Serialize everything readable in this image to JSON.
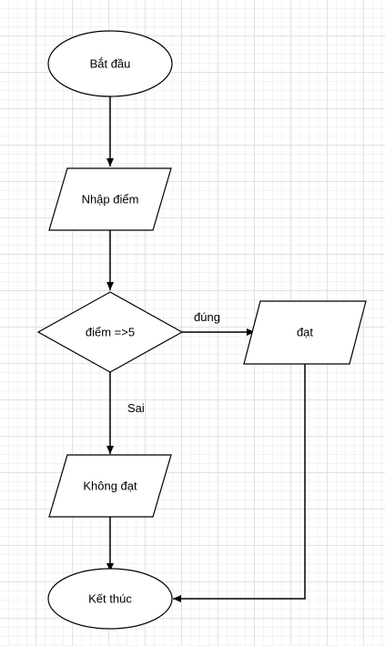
{
  "diagram": {
    "nodes": {
      "start": {
        "label": "Bắt đầu",
        "shape": "ellipse"
      },
      "input": {
        "label": "Nhập điểm",
        "shape": "parallelogram"
      },
      "decision": {
        "label": "điểm =>5",
        "shape": "diamond"
      },
      "pass": {
        "label": "đạt",
        "shape": "parallelogram"
      },
      "fail": {
        "label": "Không đạt",
        "shape": "parallelogram"
      },
      "end": {
        "label": "Kết thúc",
        "shape": "ellipse"
      }
    },
    "edges": {
      "yes_label": "đúng",
      "no_label": "Sai"
    }
  },
  "colors": {
    "stroke": "#000000",
    "fill": "#ffffff"
  }
}
